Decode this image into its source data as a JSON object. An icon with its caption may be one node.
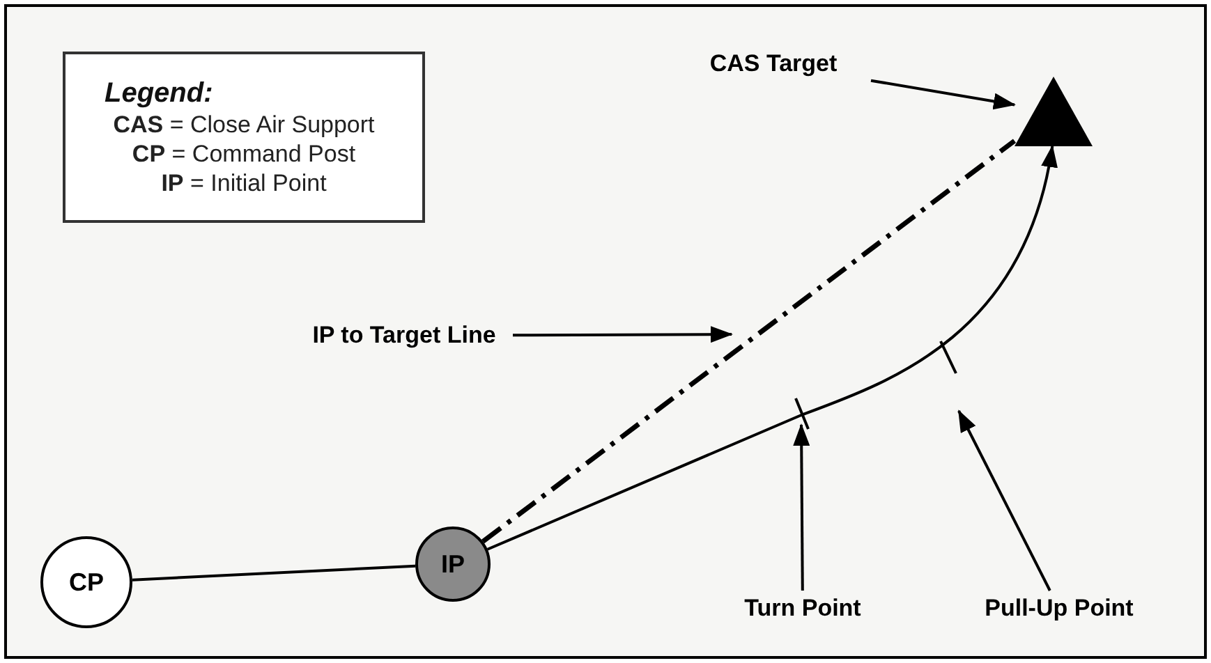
{
  "diagram": {
    "nodes": [
      {
        "text": [
          "*Legend:*",
          "**CAS** = Close Air Support",
          "**CP** = Command Post",
          "**IP** = Initial Point"
        ]
      },
      {
        "text": [
          "CAS Target"
        ]
      },
      {
        "text": [],
        "shape": "triangle"
      },
      {
        "text": [
          "IP to Target Line"
        ]
      },
      {
        "text": [
          "CP"
        ]
      },
      {
        "text": [
          "IP"
        ]
      },
      {
        "text": [
          "Turn Point"
        ]
      },
      {
        "text": [
          "Pull-Up Point"
        ]
      }
    ],
    "edges": [
      {
        "from": 4,
        "to": 5,
        "arrow": "none"
      },
      {
        "from": 5,
        "to": 2,
        "arrow": "none",
        "style": "dashed"
      },
      {
        "from": 5,
        "to": 2,
        "arrow": "to"
      },
      {
        "from": 1,
        "to": 2,
        "arrow": "to"
      },
      {
        "from": 3,
        "to": null,
        "arrow": "to"
      },
      {
        "from": 6,
        "to": null,
        "arrow": "to"
      },
      {
        "from": 7,
        "to": null,
        "arrow": "to"
      }
    ]
  }
}
